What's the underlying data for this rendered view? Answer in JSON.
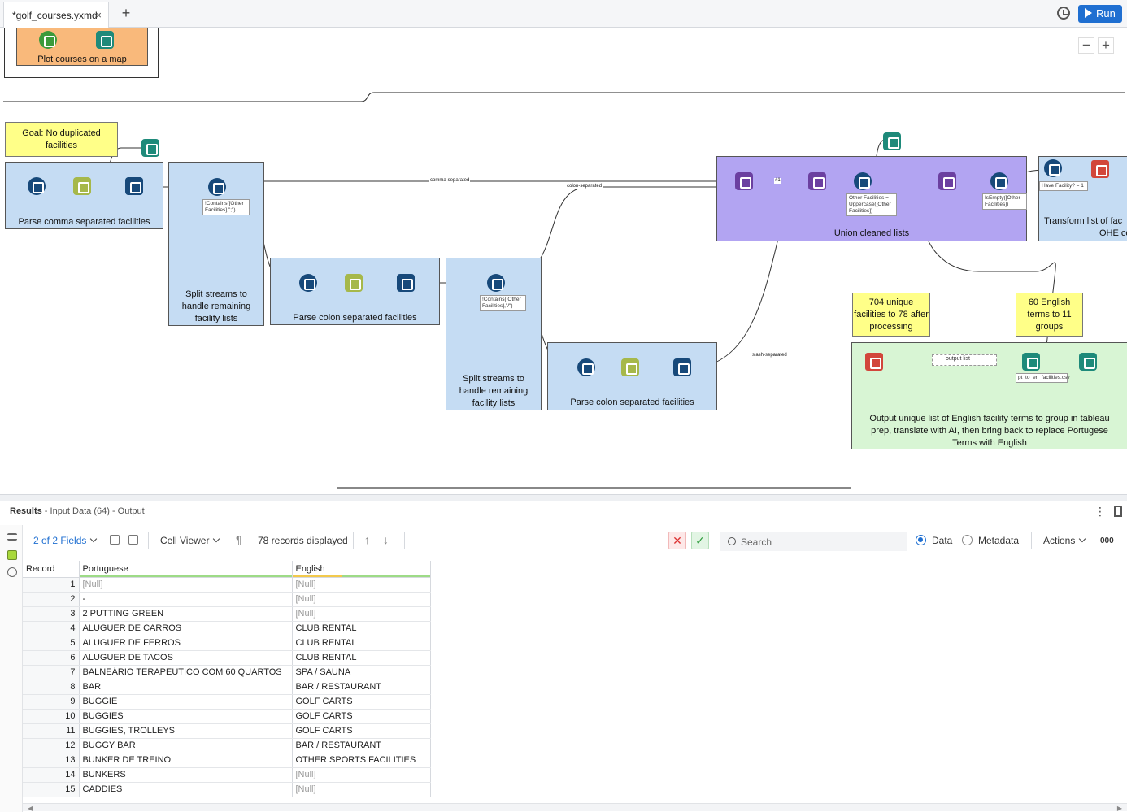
{
  "tab": {
    "title": "*golf_courses.yxmd",
    "close": "×",
    "add": "+"
  },
  "header": {
    "run_label": "Run"
  },
  "zoom": {
    "out": "−",
    "in": "+"
  },
  "workflow": {
    "containers": {
      "plot": "Plot courses on a map",
      "parse_comma": "Parse comma separated facilities",
      "split1": "Split streams to handle remaining facility lists",
      "parse_colon1": "Parse colon separated facilities",
      "split2": "Split streams to handle remaining facility lists",
      "parse_colon2": "Parse colon separated facilities",
      "union": "Union cleaned lists",
      "transform": "Transform list of fac",
      "transform2": "OHE co",
      "output": "Output unique list of English facility terms to group in tableau prep, translate with AI, then bring back to replace Portugese Terms with English"
    },
    "notes": {
      "goal": "Goal: No duplicated facilities",
      "unique": "704 unique facilities to 78 after processing",
      "english": "60 English terms to 11 groups"
    },
    "annotations": {
      "filter1": "!Contains([Other Facilities],\";\")",
      "filter2": "!Contains([Other Facilities],\"/\")",
      "formula": "Other Facilities = Uppercase([Other Facilities])",
      "isempty": "IsEmpty([Other Facilities])",
      "have": "Have Facility? = 1",
      "outfile": "pt_to_en_facilities.csv",
      "control": "output list"
    },
    "connections": {
      "comma": "comma-separated",
      "colon": "colon-separated",
      "slash": "slash-separated",
      "union1": "#1"
    }
  },
  "results": {
    "title": "Results",
    "subtitle": " - Input Data (64) - Output",
    "menu": "⋮",
    "fields": "2 of 2 Fields",
    "viewer": "Cell Viewer",
    "records": "78 records displayed",
    "search_placeholder": "Search",
    "data_label": "Data",
    "metadata_label": "Metadata",
    "actions_label": "Actions",
    "more": "000",
    "reject": "✕",
    "accept": "✓",
    "pilcrow": "¶",
    "up": "↑",
    "down": "↓",
    "columns": [
      "Record",
      "Portuguese",
      "English"
    ],
    "rows": [
      [
        "1",
        "[Null]",
        "[Null]"
      ],
      [
        "2",
        "-",
        "[Null]"
      ],
      [
        "3",
        "2 PUTTING GREEN",
        "[Null]"
      ],
      [
        "4",
        "ALUGUER DE CARROS",
        "CLUB RENTAL"
      ],
      [
        "5",
        "ALUGUER DE FERROS",
        "CLUB RENTAL"
      ],
      [
        "6",
        "ALUGUER DE TACOS",
        "CLUB RENTAL"
      ],
      [
        "7",
        "BALNEÁRIO TERAPEUTICO COM 60 QUARTOS",
        "SPA / SAUNA"
      ],
      [
        "8",
        "BAR",
        "BAR / RESTAURANT"
      ],
      [
        "9",
        "BUGGIE",
        "GOLF CARTS"
      ],
      [
        "10",
        "BUGGIES",
        "GOLF CARTS"
      ],
      [
        "11",
        "BUGGIES, TROLLEYS",
        "GOLF CARTS"
      ],
      [
        "12",
        "BUGGY BAR",
        "BAR / RESTAURANT"
      ],
      [
        "13",
        "BUNKER DE TREINO",
        "OTHER SPORTS FACILITIES"
      ],
      [
        "14",
        "BUNKERS",
        "[Null]"
      ],
      [
        "15",
        "CADDIES",
        "[Null]"
      ]
    ]
  },
  "colors": {
    "accent": "#1f6fd1",
    "container_blue": "#c5dcf3",
    "container_purple": "#b2a4f2",
    "container_green": "#d8f5d4",
    "container_orange": "#f9b97b",
    "note_yellow": "#ffff88"
  }
}
